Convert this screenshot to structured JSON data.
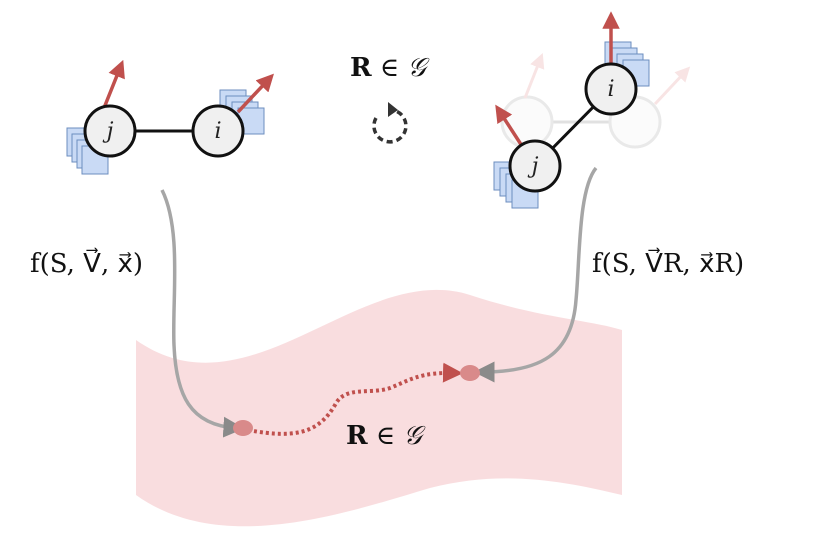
{
  "top_operator": {
    "R": "R",
    "rel": " ∈ ",
    "group": "𝒢"
  },
  "bottom_operator": {
    "R": "R",
    "rel": " ∈ ",
    "group": "𝒢"
  },
  "left_formula": "f(S, V⃗, x⃗)",
  "right_formula": "f(S, V⃗R, x⃗R)",
  "left_graph": {
    "node_j": "j",
    "node_i": "i"
  },
  "right_graph": {
    "node_j": "j",
    "node_i": "i"
  },
  "colors": {
    "arrow_red": "#c0504d",
    "feature_blue": "#c9daf5",
    "feature_stroke": "#6c8ebf",
    "manifold_pink": "#f8d7d9",
    "path_red": "#c0504d",
    "flow_gray": "#9e9e9e"
  },
  "icons": {
    "rotation": "rotate-ccw-dashed-icon"
  }
}
